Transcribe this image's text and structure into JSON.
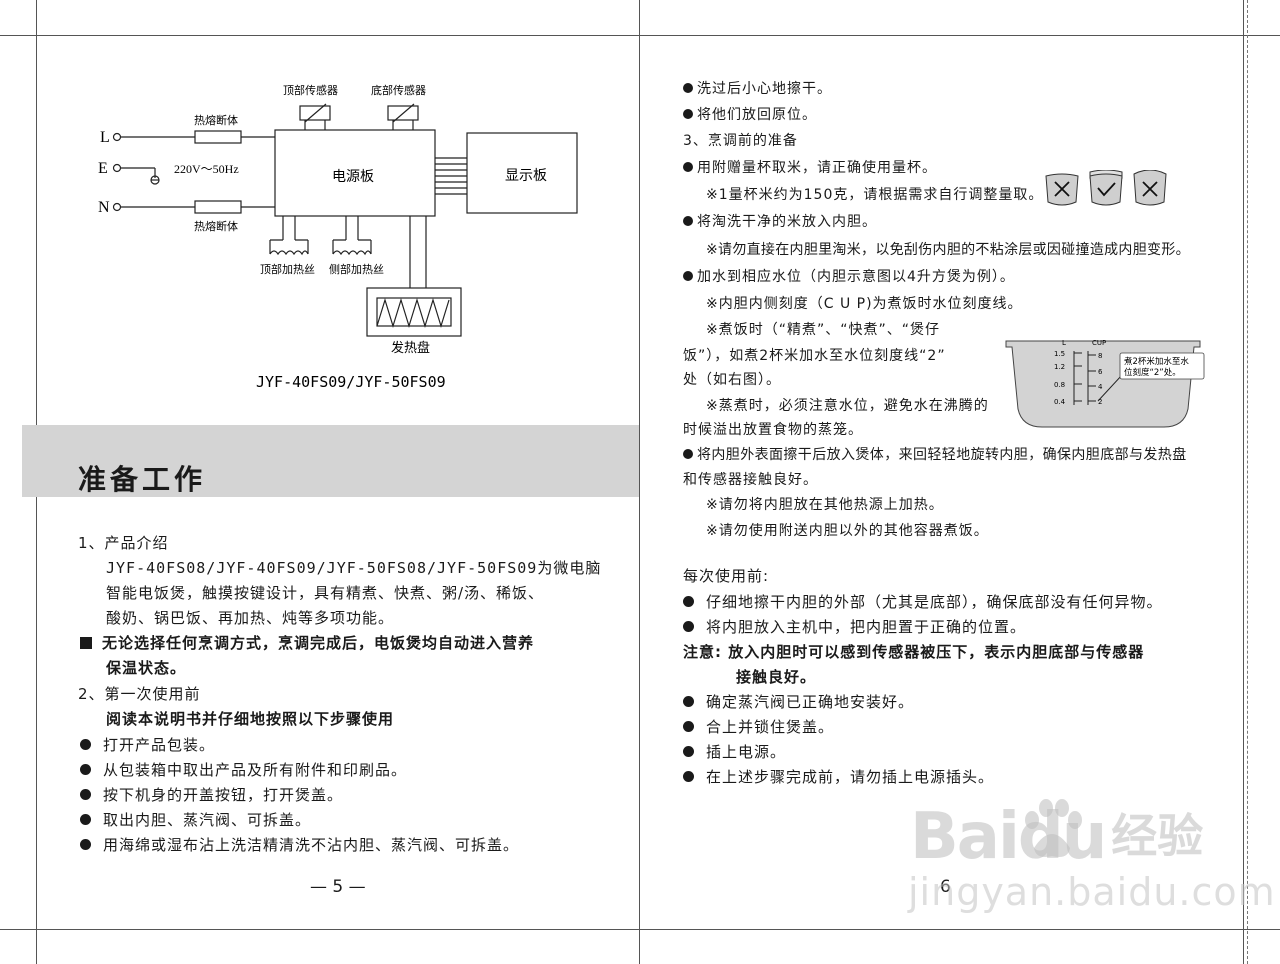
{
  "diagram": {
    "label_top_sensor": "顶部传感器",
    "label_bottom_sensor": "底部传感器",
    "label_fuse_top": "热熔断体",
    "label_fuse_bottom": "热熔断体",
    "terminal_l": "L",
    "terminal_e": "E",
    "terminal_n": "N",
    "voltage": "220V～50Hz",
    "power_board": "电源板",
    "display_board": "显示板",
    "label_top_heater": "顶部加热丝",
    "label_side_heater": "侧部加热丝",
    "label_heating_plate": "发热盘",
    "model": "JYF-40FS09/JYF-50FS09"
  },
  "left": {
    "section_title": "准备工作",
    "p1_heading": "1、产品介绍",
    "p1_line1": "JYF-40FS08/JYF-40FS09/JYF-50FS08/JYF-50FS09为微电脑",
    "p1_line2": "智能电饭煲，触摸按键设计，具有精煮、快煮、粥/汤、稀饭、",
    "p1_line3": "酸奶、锅巴饭、再加热、炖等多项功能。",
    "note1_line1": "无论选择任何烹调方式，烹调完成后，电饭煲均自动进入营养",
    "note1_line2": "保温状态。",
    "p2_heading": "2、第一次使用前",
    "p2_sub": "阅读本说明书并仔细地按照以下步骤使用",
    "steps": [
      "打开产品包装。",
      "从包装箱中取出产品及所有附件和印刷品。",
      "按下机身的开盖按钮，打开煲盖。",
      "取出内胆、蒸汽阀、可拆盖。",
      "用海绵或湿布沾上洗洁精清洗不沾内胆、蒸汽阀、可拆盖。"
    ],
    "page_number": "— 5 —"
  },
  "right": {
    "l1": "洗过后小心地擦干。",
    "l2": "将他们放回原位。",
    "l3": "3、烹调前的准备",
    "l4": "用附赠量杯取米，请正确使用量杯。",
    "l5": "※1量杯米约为150克，请根据需求自行调整量取。",
    "l6": "将淘洗干净的米放入内胆。",
    "l7": "※请勿直接在内胆里淘米，以免刮伤内胆的不粘涂层或因碰撞造成内胆变形。",
    "l8": "加水到相应水位（内胆示意图以4升方煲为例）。",
    "l9": "※内胆内侧刻度（C U P)为煮饭时水位刻度线。",
    "l10": "※煮饭时（“精煮”、“快煮”、“煲仔",
    "l11": "饭”），如煮2杯米加水至水位刻度线“2”",
    "l12": "处（如右图）。",
    "l13": "※蒸煮时，必须注意水位，避免水在沸腾的",
    "l14": "时候溢出放置食物的蒸笼。",
    "l15": "将内胆外表面擦干后放入煲体，来回轻轻地旋转内胆，确保内胆底部与发热盘",
    "l16": "和传感器接触良好。",
    "l17": "※请勿将内胆放在其他热源上加热。",
    "l18": "※请勿使用附送内胆以外的其他容器煮饭。",
    "b_heading": "每次使用前:",
    "b1": "仔细地擦干内胆的外部（尤其是底部），确保底部没有任何异物。",
    "b2": "将内胆放入主机中，把内胆置于正确的位置。",
    "note_line1": "注意: 放入内胆时可以感到传感器被压下，表示内胆底部与传感器",
    "note_line2": "接触良好。",
    "b3": "确定蒸汽阀已正确地安装好。",
    "b4": "合上并锁住煲盖。",
    "b5": "插上电源。",
    "b6": "在上述步骤完成前，请勿插上电源插头。",
    "page_number": "6",
    "pot": {
      "col_l": "L",
      "col_cup": "CUP",
      "l_marks": [
        "1.5",
        "1.2",
        "0.8",
        "0.4"
      ],
      "cup_marks": [
        "8",
        "6",
        "4",
        "2"
      ],
      "callout_line1": "煮2杯米加水至水",
      "callout_line2": "位刻度“2”处。"
    }
  },
  "watermark": {
    "brand": "Bai",
    "brand2": "du",
    "brand_cn": "经验",
    "url": "jingyan.baidu.com"
  }
}
